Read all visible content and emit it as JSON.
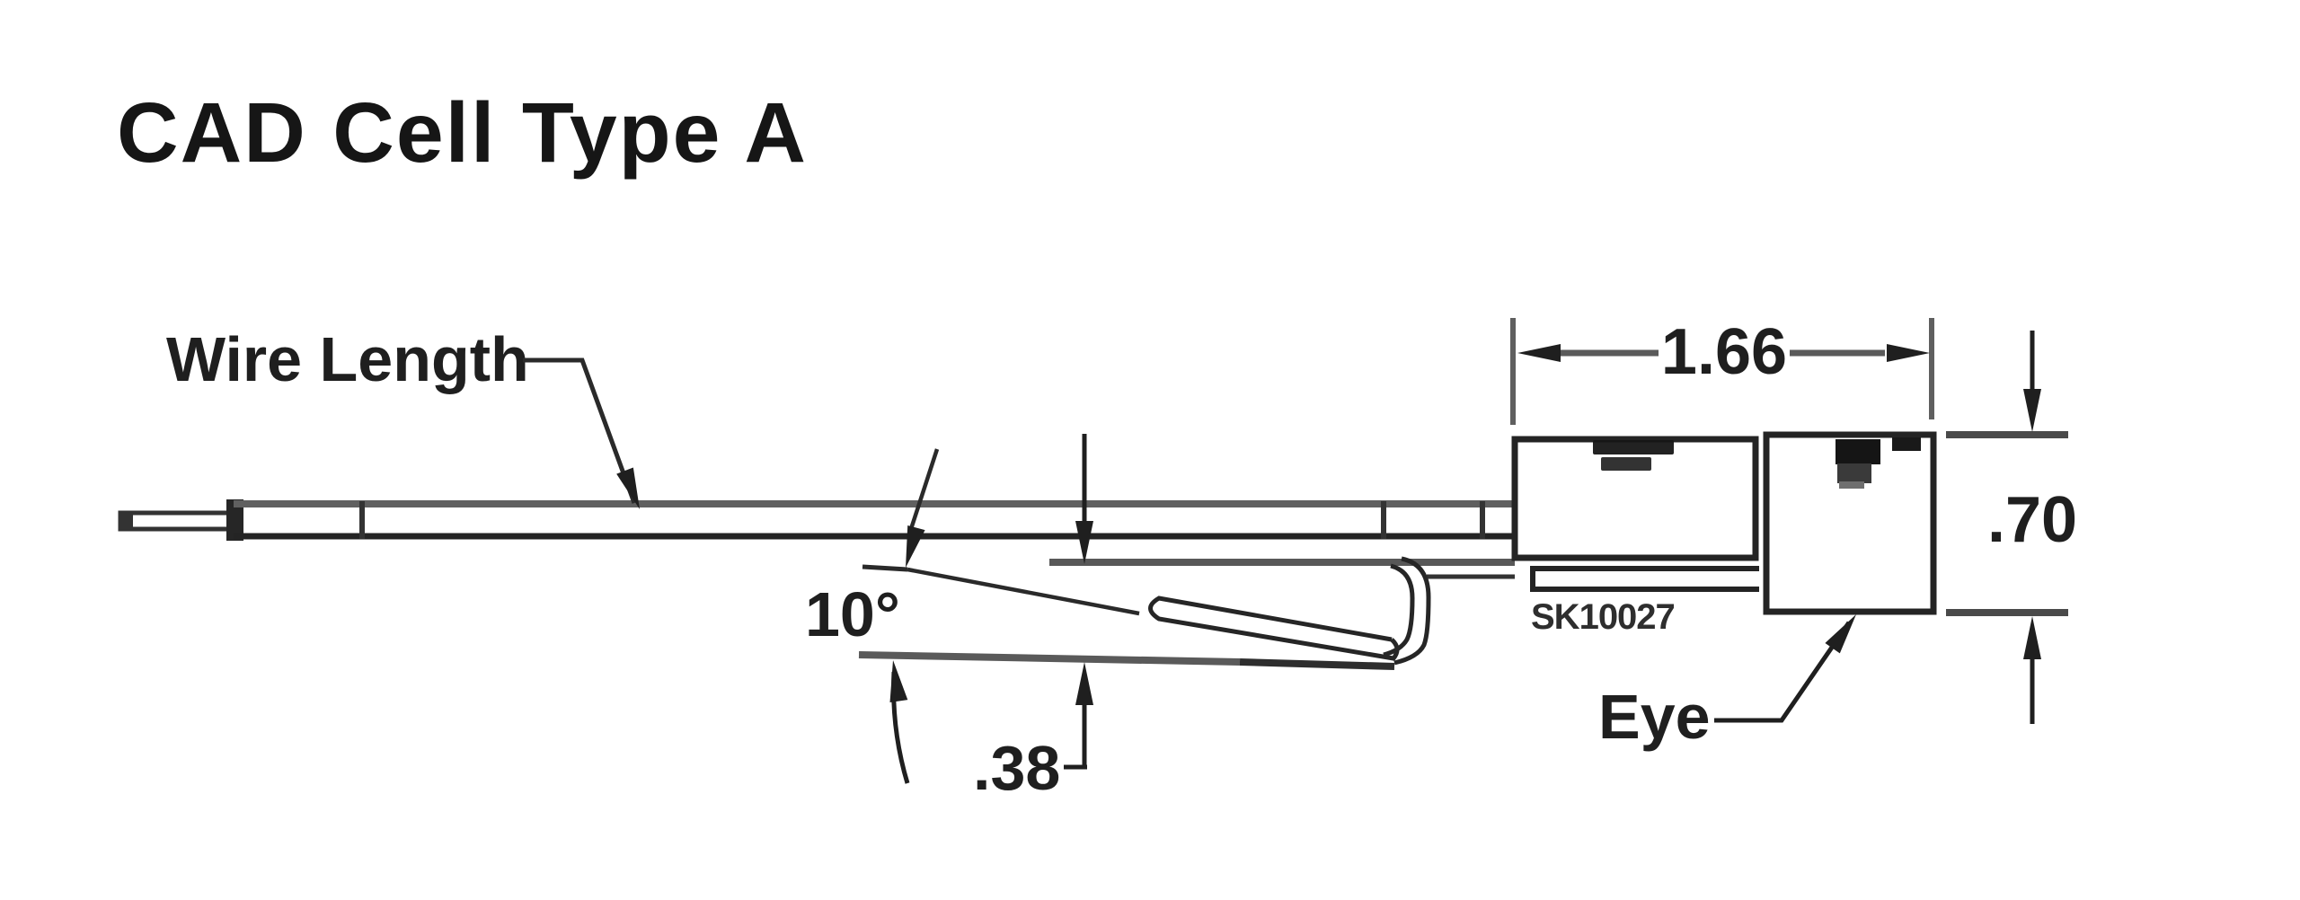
{
  "title": "CAD Cell Type A",
  "diagram": {
    "wire_length_label": "Wire Length",
    "eye_label": "Eye",
    "sketch_code": "SK10027",
    "dimensions": {
      "body_width": "1.66",
      "body_height": ".70",
      "bracket_offset": ".38",
      "bracket_angle": "10°"
    }
  },
  "colors": {
    "ink": "#1f1f1f",
    "ink_gray": "#5f5f5f",
    "title": "#161616",
    "background": "#ffffff"
  }
}
